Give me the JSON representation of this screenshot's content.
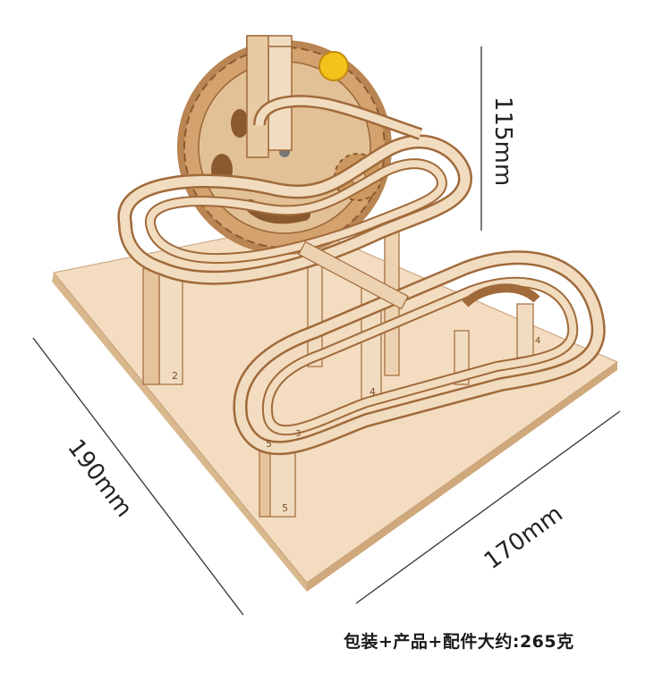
{
  "dimensions": {
    "height_label": "115mm",
    "depth_label": "190mm",
    "width_label": "170mm"
  },
  "caption": "包装+产品+配件大约:265克",
  "part_numbers": {
    "left_post": "2",
    "mid_post": "4",
    "right_post": "4",
    "front_post": "5",
    "front_post_base": "5",
    "mid_track": "3"
  },
  "colors": {
    "wood_light": "#f2dcc0",
    "wood_mid": "#e8c9a0",
    "wood_edge": "#a06a3a",
    "wood_dark": "#7a4a22",
    "gear": "#c9955e",
    "dim_line": "#333333",
    "ball": "#f3c21b"
  }
}
